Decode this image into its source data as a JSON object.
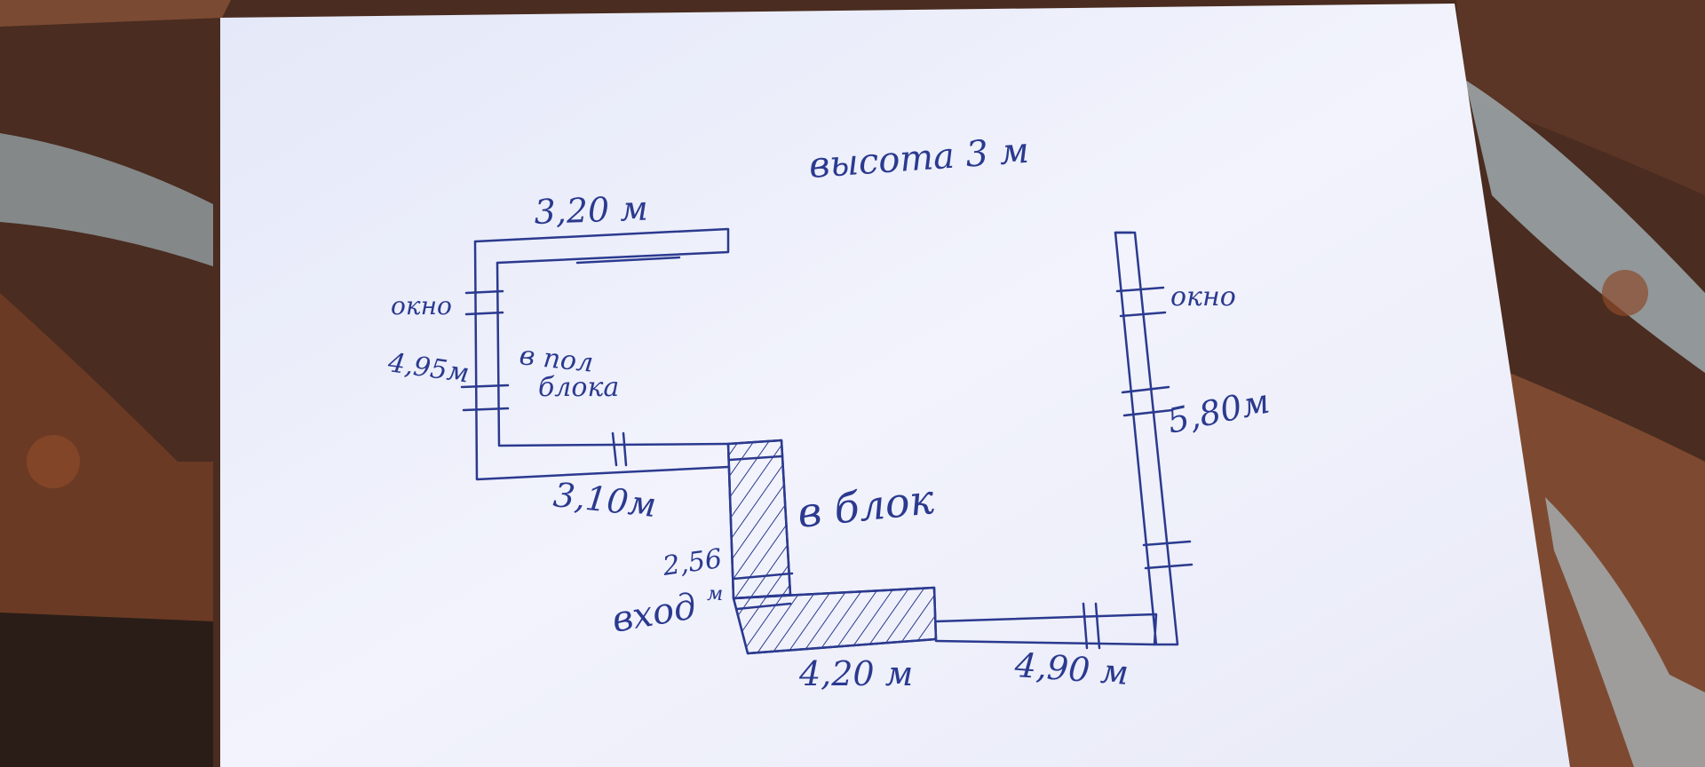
{
  "labels": {
    "height_note": "высота 3 м",
    "top_left_wall": "3,20 м",
    "window_left": "окно",
    "left_wall": "4,95м",
    "half_block_line1": "в пол",
    "half_block_line2": "блока",
    "middle_wall": "3,10м",
    "block_note": "в блок",
    "partition": "2,56",
    "partition_unit": "м",
    "entrance": "вход",
    "bottom_left": "4,20 м",
    "bottom_right": "4,90 м",
    "window_right": "окно",
    "right_wall": "5,80м"
  },
  "colors": {
    "ink": "#2b3a8f",
    "paper": "#eef0fb",
    "rust": "#6b3a24",
    "metal": "#9aa3a6"
  }
}
